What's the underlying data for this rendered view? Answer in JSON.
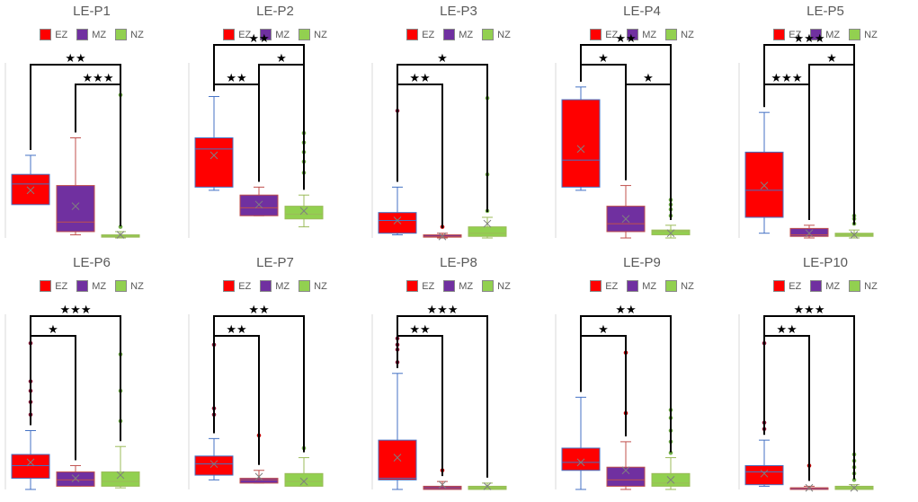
{
  "colors": {
    "EZ": "#ff0000",
    "MZ": "#7030a0",
    "NZ": "#92d050"
  },
  "chart_data": [
    {
      "type": "box",
      "title": "LE-P1",
      "legend": [
        "EZ",
        "MZ",
        "NZ"
      ],
      "ylim": [
        0,
        100
      ],
      "series": [
        {
          "name": "EZ",
          "min": 22,
          "q1": 21,
          "median": 34,
          "q3": 40,
          "max": 52,
          "mean": 30,
          "outliers": []
        },
        {
          "name": "MZ",
          "min": 2,
          "q1": 4,
          "median": 10,
          "q3": 33,
          "max": 63,
          "mean": 20,
          "outliers": []
        },
        {
          "name": "NZ",
          "min": 0,
          "q1": 0.5,
          "median": 1,
          "q3": 2,
          "max": 4,
          "mean": 2,
          "outliers": [
            7,
            90
          ]
        }
      ],
      "brackets": [
        {
          "pair": [
            1,
            2
          ],
          "label": "★★★"
        },
        {
          "pair": [
            0,
            2
          ],
          "label": "★★"
        }
      ]
    },
    {
      "type": "box",
      "title": "LE-P2",
      "legend": [
        "EZ",
        "MZ",
        "NZ"
      ],
      "ylim": [
        0,
        100
      ],
      "series": [
        {
          "name": "EZ",
          "min": 30,
          "q1": 32,
          "median": 56,
          "q3": 63,
          "max": 89,
          "mean": 52,
          "outliers": []
        },
        {
          "name": "MZ",
          "min": 14,
          "q1": 14,
          "median": 19,
          "q3": 27,
          "max": 32,
          "mean": 21,
          "outliers": []
        },
        {
          "name": "NZ",
          "min": 7,
          "q1": 12,
          "median": 15,
          "q3": 20,
          "max": 27,
          "mean": 17,
          "outliers": [
            41,
            48,
            54,
            60,
            66
          ]
        }
      ],
      "brackets": [
        {
          "pair": [
            0,
            1
          ],
          "label": "★★"
        },
        {
          "pair": [
            1,
            2
          ],
          "label": "★"
        },
        {
          "pair": [
            0,
            2
          ],
          "label": "★★"
        }
      ]
    },
    {
      "type": "box",
      "title": "LE-P3",
      "legend": [
        "EZ",
        "MZ",
        "NZ"
      ],
      "ylim": [
        0,
        100
      ],
      "series": [
        {
          "name": "EZ",
          "min": 2,
          "q1": 3,
          "median": 11,
          "q3": 16,
          "max": 32,
          "mean": 11,
          "outliers": [
            80
          ]
        },
        {
          "name": "MZ",
          "min": 0,
          "q1": 0.5,
          "median": 1,
          "q3": 2,
          "max": 3,
          "mean": 1,
          "outliers": [
            7
          ]
        },
        {
          "name": "NZ",
          "min": 0,
          "q1": 1,
          "median": 3,
          "q3": 7,
          "max": 13,
          "mean": 9,
          "outliers": [
            17,
            40,
            88
          ]
        }
      ],
      "brackets": [
        {
          "pair": [
            0,
            1
          ],
          "label": "★★"
        },
        {
          "pair": [
            0,
            2
          ],
          "label": "★"
        }
      ]
    },
    {
      "type": "box",
      "title": "LE-P4",
      "legend": [
        "EZ",
        "MZ",
        "NZ"
      ],
      "ylim": [
        0,
        100
      ],
      "series": [
        {
          "name": "EZ",
          "min": 30,
          "q1": 32,
          "median": 49,
          "q3": 87,
          "max": 95,
          "mean": 56,
          "outliers": []
        },
        {
          "name": "MZ",
          "min": 0,
          "q1": 4,
          "median": 9,
          "q3": 20,
          "max": 33,
          "mean": 12,
          "outliers": []
        },
        {
          "name": "NZ",
          "min": 0,
          "q1": 2,
          "median": 4,
          "q3": 5,
          "max": 8,
          "mean": 3,
          "outliers": [
            14,
            18,
            21,
            24
          ]
        }
      ],
      "brackets": [
        {
          "pair": [
            1,
            2
          ],
          "label": "★"
        },
        {
          "pair": [
            0,
            1
          ],
          "label": "★"
        },
        {
          "pair": [
            0,
            2
          ],
          "label": "★★"
        }
      ]
    },
    {
      "type": "box",
      "title": "LE-P5",
      "legend": [
        "EZ",
        "MZ",
        "NZ"
      ],
      "ylim": [
        0,
        100
      ],
      "series": [
        {
          "name": "EZ",
          "min": 3,
          "q1": 13,
          "median": 30,
          "q3": 54,
          "max": 79,
          "mean": 33,
          "outliers": []
        },
        {
          "name": "MZ",
          "min": 0,
          "q1": 1,
          "median": 2,
          "q3": 6,
          "max": 8,
          "mean": 3,
          "outliers": []
        },
        {
          "name": "NZ",
          "min": 0,
          "q1": 1,
          "median": 2,
          "q3": 3,
          "max": 5,
          "mean": 2,
          "outliers": [
            9,
            12,
            14
          ]
        }
      ],
      "brackets": [
        {
          "pair": [
            0,
            1
          ],
          "label": "★★★"
        },
        {
          "pair": [
            1,
            2
          ],
          "label": "★"
        },
        {
          "pair": [
            0,
            2
          ],
          "label": "★★★"
        }
      ]
    },
    {
      "type": "box",
      "title": "LE-P6",
      "legend": [
        "EZ",
        "MZ",
        "NZ"
      ],
      "ylim": [
        0,
        100
      ],
      "series": [
        {
          "name": "EZ",
          "min": 0,
          "q1": 7,
          "median": 15,
          "q3": 22,
          "max": 37,
          "mean": 17,
          "outliers": [
            47,
            55,
            62,
            68,
            92
          ]
        },
        {
          "name": "MZ",
          "min": 2,
          "q1": 2,
          "median": 6,
          "q3": 11,
          "max": 15,
          "mean": 7,
          "outliers": []
        },
        {
          "name": "NZ",
          "min": 1,
          "q1": 2,
          "median": 5,
          "q3": 11,
          "max": 27,
          "mean": 9,
          "outliers": [
            43,
            62,
            85
          ]
        }
      ],
      "brackets": [
        {
          "pair": [
            0,
            1
          ],
          "label": "★"
        },
        {
          "pair": [
            0,
            2
          ],
          "label": "★★★"
        }
      ]
    },
    {
      "type": "box",
      "title": "LE-P7",
      "legend": [
        "EZ",
        "MZ",
        "NZ"
      ],
      "ylim": [
        0,
        100
      ],
      "series": [
        {
          "name": "EZ",
          "min": 6,
          "q1": 9,
          "median": 16,
          "q3": 21,
          "max": 32,
          "mean": 16,
          "outliers": [
            47,
            51,
            91
          ]
        },
        {
          "name": "MZ",
          "min": 4,
          "q1": 4,
          "median": 6,
          "q3": 7,
          "max": 12,
          "mean": 8,
          "outliers": [
            34
          ]
        },
        {
          "name": "NZ",
          "min": 2,
          "q1": 2,
          "median": 5,
          "q3": 10,
          "max": 20,
          "mean": 5,
          "outliers": [
            26
          ]
        }
      ],
      "brackets": [
        {
          "pair": [
            0,
            1
          ],
          "label": "★★"
        },
        {
          "pair": [
            0,
            2
          ],
          "label": "★★"
        }
      ]
    },
    {
      "type": "box",
      "title": "LE-P8",
      "legend": [
        "EZ",
        "MZ",
        "NZ"
      ],
      "ylim": [
        0,
        100
      ],
      "series": [
        {
          "name": "EZ",
          "min": 0,
          "q1": 6,
          "median": 7,
          "q3": 31,
          "max": 73,
          "mean": 20,
          "outliers": [
            80,
            88,
            91,
            95
          ]
        },
        {
          "name": "MZ",
          "min": 0,
          "q1": 0,
          "median": 1,
          "q3": 2,
          "max": 5,
          "mean": 3,
          "outliers": [
            12
          ]
        },
        {
          "name": "NZ",
          "min": 0,
          "q1": 0,
          "median": 1,
          "q3": 2,
          "max": 4,
          "mean": 2,
          "outliers": []
        }
      ],
      "brackets": [
        {
          "pair": [
            0,
            1
          ],
          "label": "★★"
        },
        {
          "pair": [
            0,
            2
          ],
          "label": "★★★"
        }
      ]
    },
    {
      "type": "box",
      "title": "LE-P9",
      "legend": [
        "EZ",
        "MZ",
        "NZ"
      ],
      "ylim": [
        0,
        100
      ],
      "series": [
        {
          "name": "EZ",
          "min": 0,
          "q1": 12,
          "median": 17,
          "q3": 26,
          "max": 58,
          "mean": 17,
          "outliers": []
        },
        {
          "name": "MZ",
          "min": 0,
          "q1": 2,
          "median": 6,
          "q3": 14,
          "max": 30,
          "mean": 12,
          "outliers": [
            48,
            86
          ]
        },
        {
          "name": "NZ",
          "min": 0,
          "q1": 2,
          "median": 4,
          "q3": 10,
          "max": 20,
          "mean": 6,
          "outliers": [
            23,
            30,
            37,
            45,
            50
          ]
        }
      ],
      "brackets": [
        {
          "pair": [
            0,
            1
          ],
          "label": "★"
        },
        {
          "pair": [
            0,
            2
          ],
          "label": "★★"
        }
      ]
    },
    {
      "type": "box",
      "title": "LE-P10",
      "legend": [
        "EZ",
        "MZ",
        "NZ"
      ],
      "ylim": [
        0,
        100
      ],
      "series": [
        {
          "name": "EZ",
          "min": 2,
          "q1": 3,
          "median": 11,
          "q3": 15,
          "max": 31,
          "mean": 10,
          "outliers": [
            38,
            42,
            92
          ]
        },
        {
          "name": "MZ",
          "min": 0,
          "q1": 0,
          "median": 1,
          "q3": 1,
          "max": 2,
          "mean": 1,
          "outliers": [
            15
          ]
        },
        {
          "name": "NZ",
          "min": 0,
          "q1": 0,
          "median": 1,
          "q3": 2,
          "max": 3,
          "mean": 1,
          "outliers": [
            6,
            10,
            14,
            18,
            22
          ]
        }
      ],
      "brackets": [
        {
          "pair": [
            0,
            1
          ],
          "label": "★★"
        },
        {
          "pair": [
            0,
            2
          ],
          "label": "★★★"
        }
      ]
    }
  ]
}
